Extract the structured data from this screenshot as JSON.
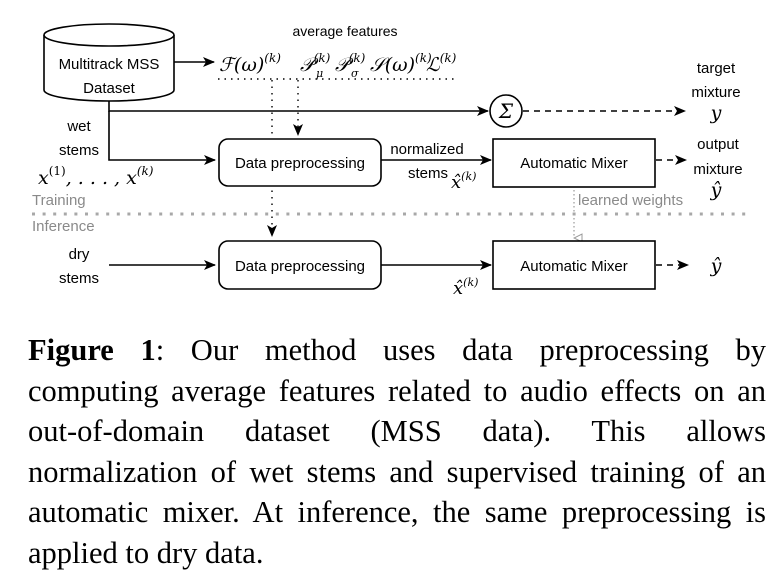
{
  "diagram": {
    "dataset_label_line1": "Multitrack MSS",
    "dataset_label_line2": "Dataset",
    "average_features_label": "average features",
    "features_formula": "𝓕(ω)⁽ᵏ⁾𝒫μ⁽ᵏ⁾𝒫σ⁽ᵏ⁾𝒮(ω)⁽ᵏ⁾ℒ⁽ᵏ⁾",
    "features": [
      {
        "symbol": "ℱ(ω)",
        "sup": "(k)",
        "sub": ""
      },
      {
        "symbol": "𝒫",
        "sup": "(k)",
        "sub": "μ"
      },
      {
        "symbol": "𝒫",
        "sup": "(k)",
        "sub": "σ"
      },
      {
        "symbol": "𝒮(ω)",
        "sup": "(k)",
        "sub": ""
      },
      {
        "symbol": "ℒ",
        "sup": "(k)",
        "sub": ""
      }
    ],
    "wet_stems_line1": "wet",
    "wet_stems_line2": "stems",
    "wet_stems_math": "x⁽¹⁾, . . . , x⁽ᵏ⁾",
    "sum_symbol": "Σ",
    "target_mixture_line1": "target",
    "target_mixture_line2": "mixture",
    "target_mixture_symbol": "y",
    "preprocessing_label": "Data preprocessing",
    "normalized_stems_line1": "normalized",
    "normalized_stems_line2": "stems",
    "normalized_stems_symbol": "x̂⁽ᵏ⁾",
    "mixer_label": "Automatic Mixer",
    "output_mixture_line1": "output",
    "output_mixture_line2": "mixture",
    "output_mixture_symbol": "ŷ",
    "training_label": "Training",
    "inference_label": "Inference",
    "learned_weights_label": "learned weights",
    "dry_stems_line1": "dry",
    "dry_stems_line2": "stems",
    "inference_preprocessing_label": "Data preprocessing",
    "inference_normalized_symbol": "x̂⁽ᵏ⁾",
    "inference_mixer_label": "Automatic Mixer",
    "inference_output_symbol": "ŷ"
  },
  "caption": {
    "figure_label": "Figure 1",
    "text": ": Our method uses data preprocessing by computing average features related to audio effects on an out-of-domain dataset (MSS data).  This allows normalization of wet stems and supervised training of an automatic mixer. At inference, the same preprocessing is applied to dry data."
  },
  "colors": {
    "stroke": "#000000",
    "phase_gray": "#8a8a8a",
    "divider_gray": "#a8a8a8"
  }
}
